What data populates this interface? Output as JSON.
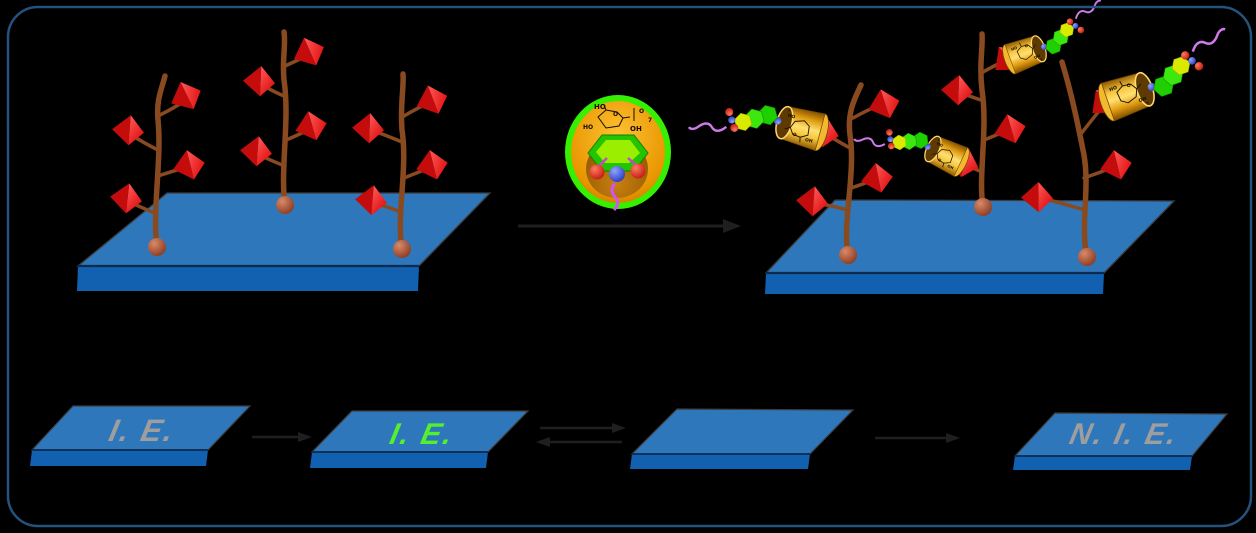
{
  "stages": {
    "start_label": "I. E.",
    "included_label": "I. E.",
    "empty_label": "",
    "end_label": "N. I. E."
  },
  "chem_labels": {
    "ho": "HO",
    "o": "O",
    "oh": "OH",
    "glucose_units": "7"
  },
  "colors": {
    "background": "#000000",
    "frame_border": "#24527c",
    "platform_top": "#2f77bb",
    "platform_front": "#1261b1",
    "branch_brown": "#8a4a20",
    "octahedron_red": "#e81010",
    "cyclodextrin_gold": "#f2a713",
    "cyclodextrin_rim_green": "#35f000",
    "guest_green": "#2ed500",
    "guest_yellow": "#d8ea00",
    "linker_blue": "#2a3fd4",
    "oxygen_red": "#e01010",
    "polymer_tail_purple": "#cf7ae8",
    "label_gray": "#9e9e9e",
    "label_green": "#52f02e",
    "arrow_dark": "#1f1f1f"
  }
}
